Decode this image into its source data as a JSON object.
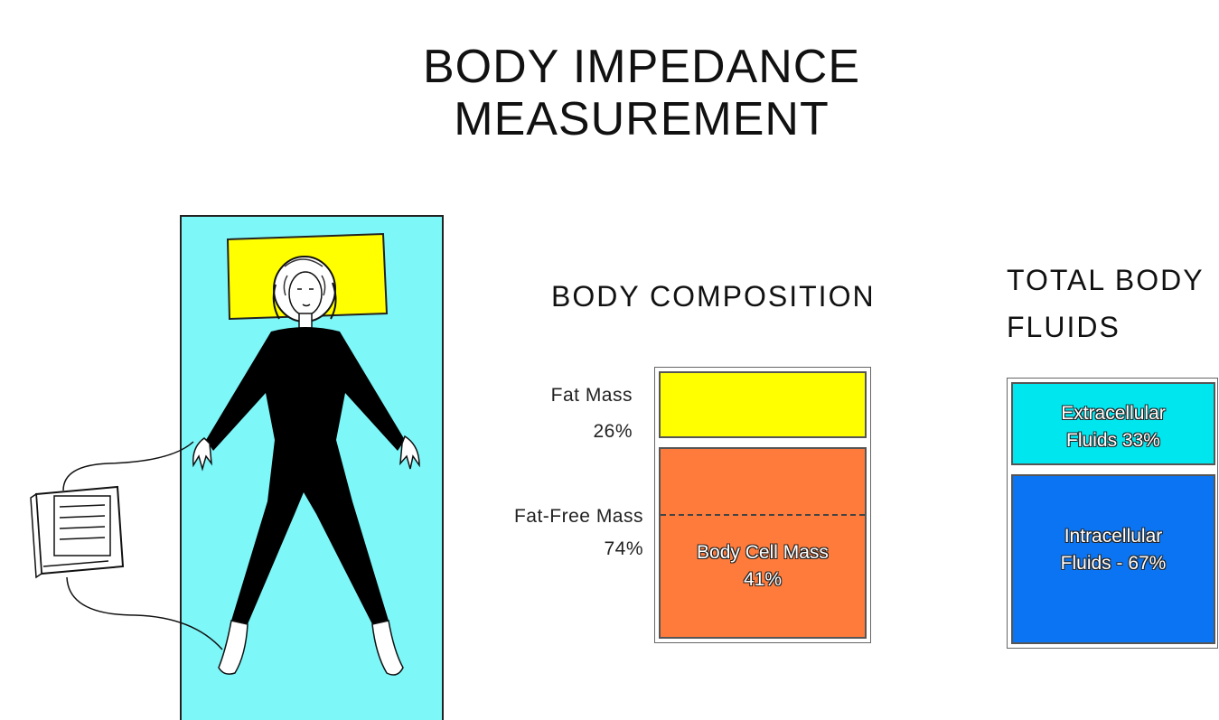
{
  "title": {
    "line1": "BODY IMPEDANCE",
    "line2": "MEASUREMENT"
  },
  "body_composition": {
    "heading": "BODY COMPOSITION",
    "fat_mass": {
      "label": "Fat Mass",
      "percent": "26%",
      "value": 26,
      "color": "#ffff00"
    },
    "fat_free_mass": {
      "label": "Fat-Free Mass",
      "percent": "74%",
      "value": 74,
      "color": "#ff7b3c"
    },
    "body_cell_mass": {
      "label": "Body Cell Mass",
      "percent": "41%",
      "value": 41
    }
  },
  "total_body_fluids": {
    "heading_line1": "TOTAL BODY",
    "heading_line2": "FLUIDS",
    "extracellular": {
      "label": "Extracellular",
      "value_text": "Fluids  33%",
      "value": 33,
      "color": "#00e6ee"
    },
    "intracellular": {
      "label": "Intracellular",
      "value_text": "Fluids - 67%",
      "value": 67,
      "color": "#0a74f2"
    }
  },
  "illustration": {
    "bed_color": "#7ef7f9",
    "pillow_color": "#ffff00",
    "suit_color": "#000000"
  }
}
